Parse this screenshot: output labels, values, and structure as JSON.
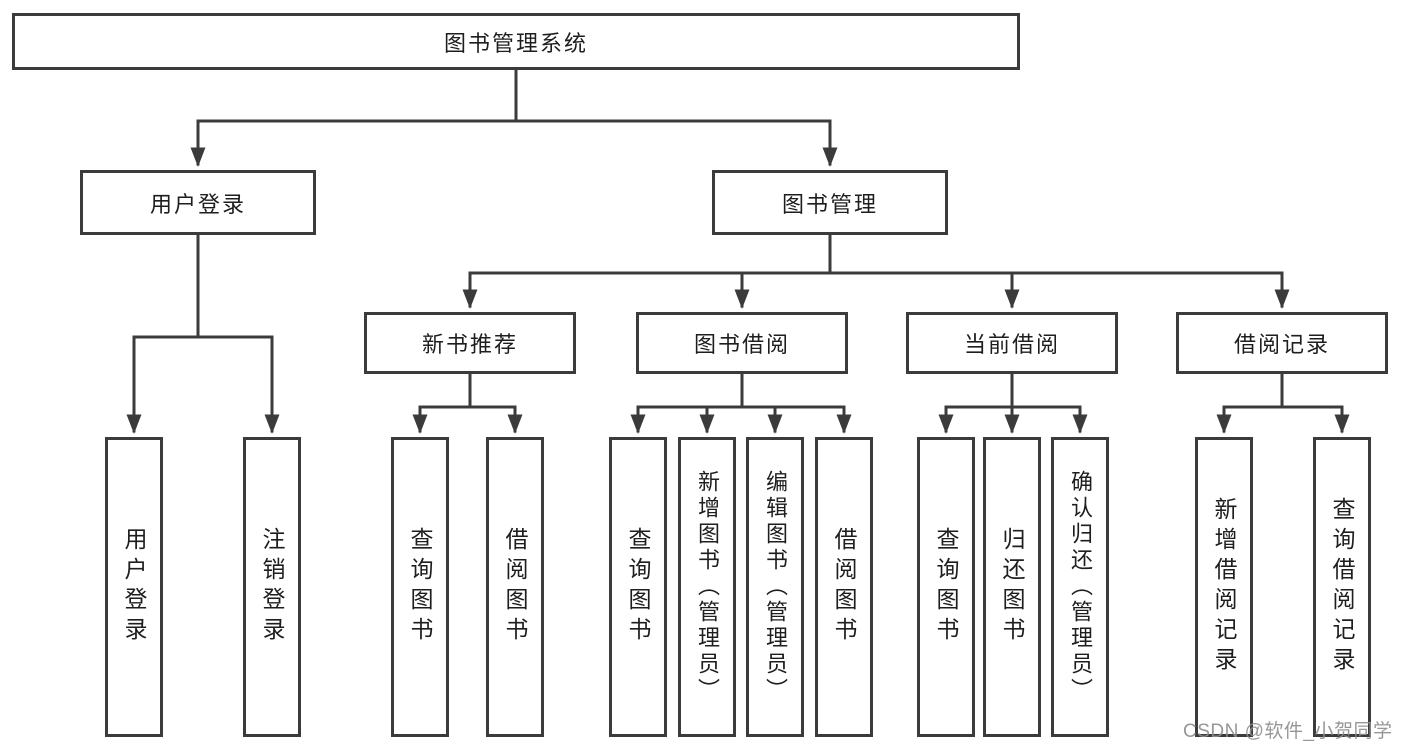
{
  "diagram_title": "图书管理系统",
  "tree": {
    "root": {
      "label": "图书管理系统"
    },
    "branches": [
      {
        "label": "用户登录",
        "children": [
          {
            "label": "用户登录"
          },
          {
            "label": "注销登录"
          }
        ]
      },
      {
        "label": "图书管理",
        "children": [
          {
            "label": "新书推荐",
            "children": [
              {
                "label": "查询图书"
              },
              {
                "label": "借阅图书"
              }
            ]
          },
          {
            "label": "图书借阅",
            "children": [
              {
                "label": "查询图书"
              },
              {
                "label": "新增图书（管理员）"
              },
              {
                "label": "编辑图书（管理员）"
              },
              {
                "label": "借阅图书"
              }
            ]
          },
          {
            "label": "当前借阅",
            "children": [
              {
                "label": "查询图书"
              },
              {
                "label": "归还图书"
              },
              {
                "label": "确认归还（管理员）"
              }
            ]
          },
          {
            "label": "借阅记录",
            "children": [
              {
                "label": "新增借阅记录"
              },
              {
                "label": "查询借阅记录"
              }
            ]
          }
        ]
      }
    ]
  },
  "watermark": "CSDN @软件_小贺同学",
  "colors": {
    "line": "#3b3b3b",
    "text": "#1e1e1e",
    "watermark": "#8e8e8e",
    "background": "#ffffff"
  }
}
